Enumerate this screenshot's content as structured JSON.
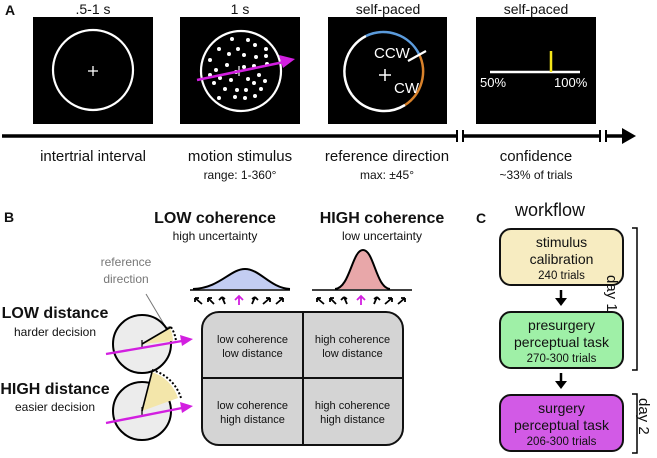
{
  "panel_a": {
    "letter": "A",
    "timings": [
      ".5-1 s",
      "1 s",
      "self-paced",
      "self-paced"
    ],
    "screen3": {
      "ccw_label": "CCW",
      "cw_label": "CW"
    },
    "screen4": {
      "scale_min": "50%",
      "scale_max": "100%"
    },
    "phases": [
      {
        "label": "intertrial interval",
        "sub": ""
      },
      {
        "label": "motion stimulus",
        "sub": "range: 1-360°"
      },
      {
        "label": "reference direction",
        "sub": "max: ±45°"
      },
      {
        "label": "confidence",
        "sub": "~33% of trials"
      }
    ],
    "colors": {
      "motion_arrow": "#d21fe0",
      "ccw_arc": "#5b9bdc",
      "cw_arc": "#d9822b",
      "confidence_marker": "#f5e61a"
    }
  },
  "panel_b": {
    "letter": "B",
    "columns": [
      {
        "title": "LOW coherence",
        "subtitle": "high uncertainty",
        "color": "#c3cdf2"
      },
      {
        "title": "HIGH coherence",
        "subtitle": "low uncertainty",
        "color": "#e8a7a9"
      }
    ],
    "rows": [
      {
        "title": "LOW distance",
        "subtitle": "harder decision"
      },
      {
        "title": "HIGH distance",
        "subtitle": "easier decision"
      }
    ],
    "reference_label": "reference\ndirection",
    "reference_label_lines": [
      "reference",
      "direction"
    ],
    "cells": [
      [
        "low coherence",
        "low distance"
      ],
      [
        "high coherence",
        "low distance"
      ],
      [
        "low coherence",
        "high distance"
      ],
      [
        "high coherence",
        "high distance"
      ]
    ],
    "colors": {
      "grid_fill": "#d4d4d4",
      "wedge": "#f3e6aa",
      "circle": "#ececec"
    }
  },
  "panel_c": {
    "letter": "C",
    "title": "workflow",
    "steps": [
      {
        "line1": "stimulus",
        "line2": "calibration",
        "trials": "240 trials",
        "color": "#f7ecc1"
      },
      {
        "line1": "presurgery",
        "line2": "perceptual task",
        "trials": "270-300 trials",
        "color": "#9ff0a7"
      },
      {
        "line1": "surgery",
        "line2": "perceptual task",
        "trials": "206-300 trials",
        "color": "#d25ae6"
      }
    ],
    "days": [
      "day 1",
      "day 2"
    ]
  }
}
